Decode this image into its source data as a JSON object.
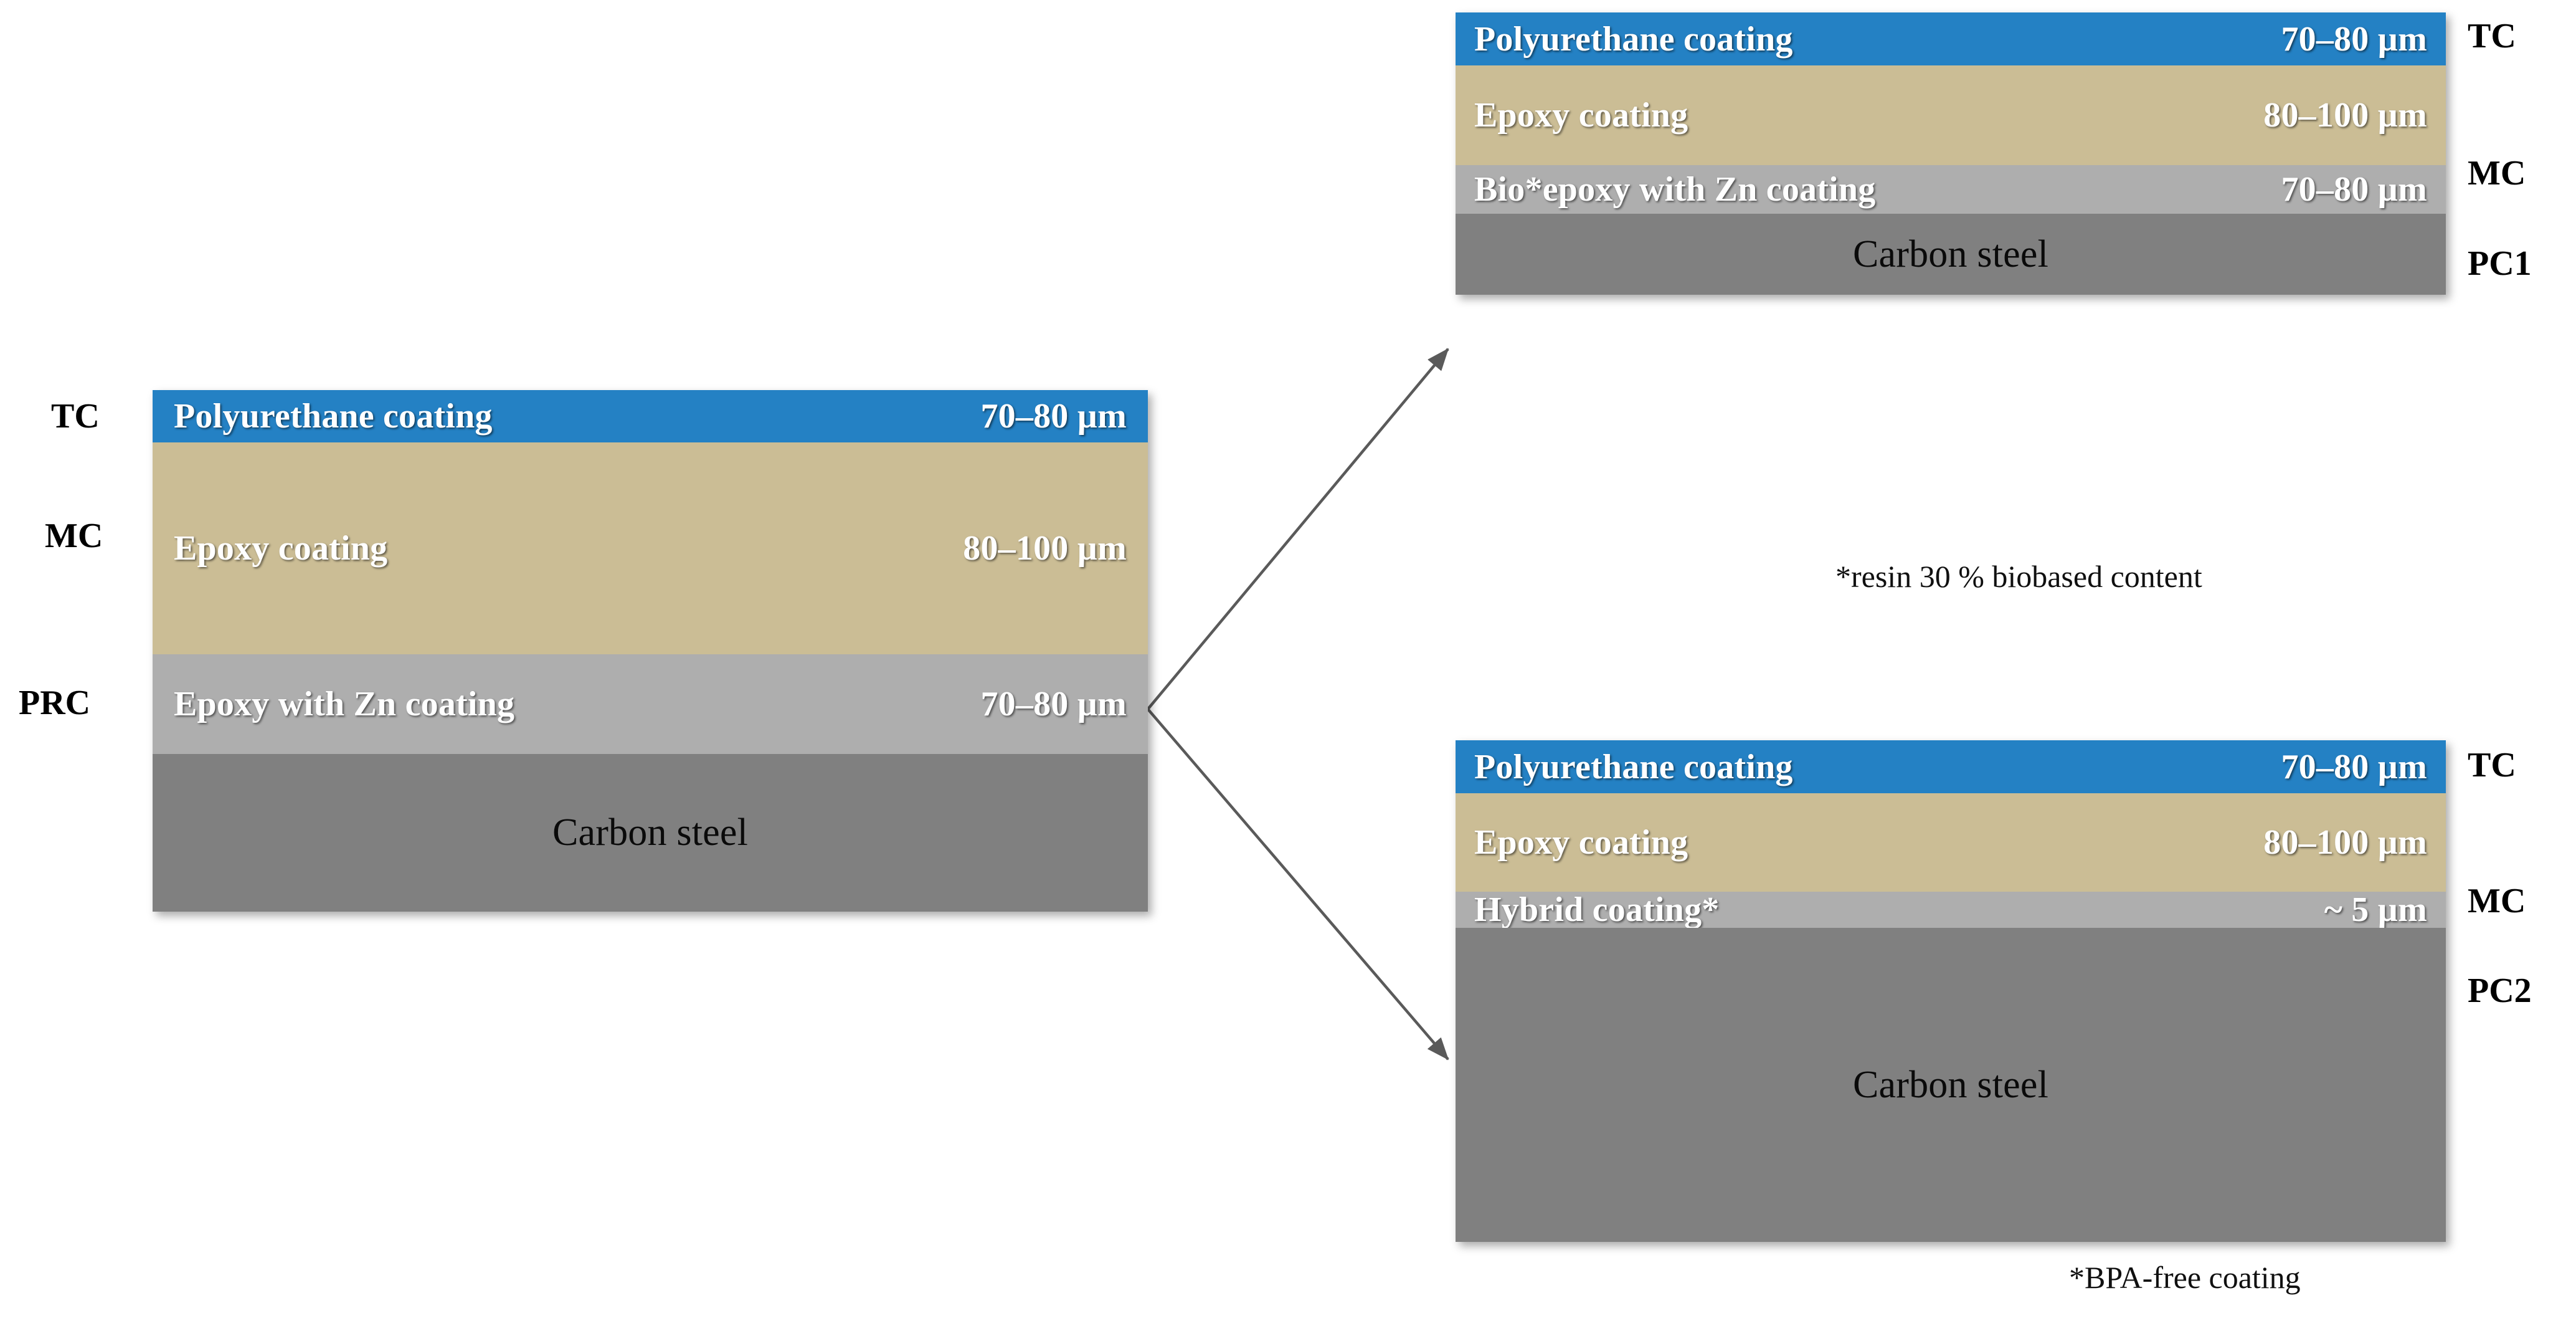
{
  "diagram": {
    "title_present": false,
    "colors": {
      "topcoat": "#2481c4",
      "midcoat": "#cbbd95",
      "primer": "#aeaeae",
      "substrate": "#808080",
      "arrow": "#5a5a5a",
      "label_text": "#000000",
      "layer_text": "#ffffff"
    }
  },
  "reference_stack": {
    "name": "reference-coating-system",
    "side_labels": [
      {
        "id": "tc",
        "text": "TC"
      },
      {
        "id": "mc",
        "text": "MC"
      },
      {
        "id": "prc",
        "text": "PRC"
      }
    ],
    "layers": [
      {
        "id": "topcoat",
        "name": "Polyurethane coating",
        "thickness": "70–80 µm"
      },
      {
        "id": "midcoat",
        "name": "Epoxy coating",
        "thickness": "80–100 µm"
      },
      {
        "id": "primer",
        "name": "Epoxy with Zn coating",
        "thickness": "70–80 µm"
      },
      {
        "id": "substrate",
        "name": "Carbon steel",
        "thickness": ""
      }
    ]
  },
  "variant_a": {
    "name": "bio-epoxy-primer-system",
    "side_labels": [
      {
        "id": "tc",
        "text": "TC"
      },
      {
        "id": "mc",
        "text": "MC"
      },
      {
        "id": "pc1",
        "text": "PC1"
      }
    ],
    "layers": [
      {
        "id": "topcoat",
        "name": "Polyurethane coating",
        "thickness": "70–80 µm"
      },
      {
        "id": "midcoat",
        "name": "Epoxy coating",
        "thickness": "80–100 µm"
      },
      {
        "id": "primer",
        "name": "Bio*epoxy with Zn coating",
        "thickness": "70–80 µm"
      },
      {
        "id": "substrate",
        "name": "Carbon steel",
        "thickness": ""
      }
    ],
    "footnote": "*resin 30 % biobased  content"
  },
  "variant_b": {
    "name": "hybrid-primer-system",
    "side_labels": [
      {
        "id": "tc",
        "text": "TC"
      },
      {
        "id": "mc",
        "text": "MC"
      },
      {
        "id": "pc2",
        "text": "PC2"
      }
    ],
    "layers": [
      {
        "id": "topcoat",
        "name": "Polyurethane coating",
        "thickness": "70–80 µm"
      },
      {
        "id": "midcoat",
        "name": "Epoxy coating",
        "thickness": "80–100 µm"
      },
      {
        "id": "primer",
        "name": "Hybrid coating*",
        "thickness": "~ 5 µm"
      },
      {
        "id": "substrate",
        "name": "Carbon steel",
        "thickness": ""
      }
    ],
    "footnote": "*BPA-free coating"
  }
}
